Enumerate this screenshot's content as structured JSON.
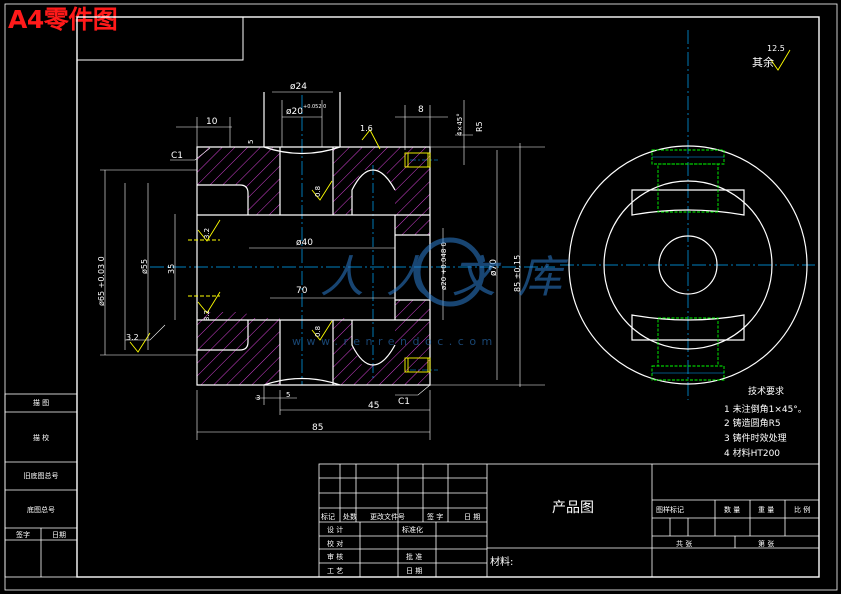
{
  "page_label": "A4零件图",
  "side_block": {
    "rows": [
      "描 图",
      "描 校",
      "旧底图总号",
      "底图总号"
    ],
    "footer": [
      "签字",
      "日期"
    ]
  },
  "dimensions": {
    "d24": "ø24",
    "d20": "ø20",
    "tol_20": "+0.052 0",
    "d10": "10",
    "d8": "8",
    "d5": "5",
    "d45deg": "4×45°",
    "r5": "R5",
    "c1": "C1",
    "c1_b": "C1",
    "rough16": "1.6",
    "rough08_a": "0.8",
    "rough08_b": "0.8",
    "rough32_a": "3.2",
    "rough32_b": "3.2",
    "rough32_c": "3.2",
    "d65": "ø65 +0.03 0",
    "d55": "ø55",
    "d35": "35",
    "d40": "ø40",
    "d70": "70",
    "d20_b": "ø20 +0.048 0",
    "d70_r": "ø70",
    "d85": "85 ±0.15",
    "d3": "3",
    "d5_b": "5",
    "d45": "45",
    "d85_b": "85"
  },
  "other_finish": {
    "label": "其余",
    "value": "12.5"
  },
  "tech_req": {
    "title": "技术要求",
    "items": [
      "1 未注倒角1×45°。",
      "2 铸造圆角R5",
      "3 铸件时效处理",
      "4 材料HT200"
    ]
  },
  "title_block": {
    "product_label": "产品图",
    "material_label": "材料:",
    "change_row": [
      "标记",
      "处数",
      "更改文件号",
      "签 字",
      "日 期"
    ],
    "left_rows": [
      [
        "设 计",
        "标准化"
      ],
      [
        "校 对",
        ""
      ],
      [
        "审 核",
        "批 准"
      ],
      [
        "工 艺",
        "日 期"
      ]
    ],
    "right_header": [
      "图样标记",
      "数 量",
      "重 量",
      "比 例"
    ],
    "sheet_info": [
      "共 张",
      "第 张"
    ]
  },
  "watermark": {
    "brand": "人人文库",
    "url": "www.renrendoc.com"
  },
  "colors": {
    "background": "#000000",
    "outline": "#ffffff",
    "section_hatch": "#d040d0",
    "center_line": "#00aaff",
    "hidden_line": "#ffff00",
    "thread": "#00ff00",
    "label_red": "#ff1a1a"
  }
}
